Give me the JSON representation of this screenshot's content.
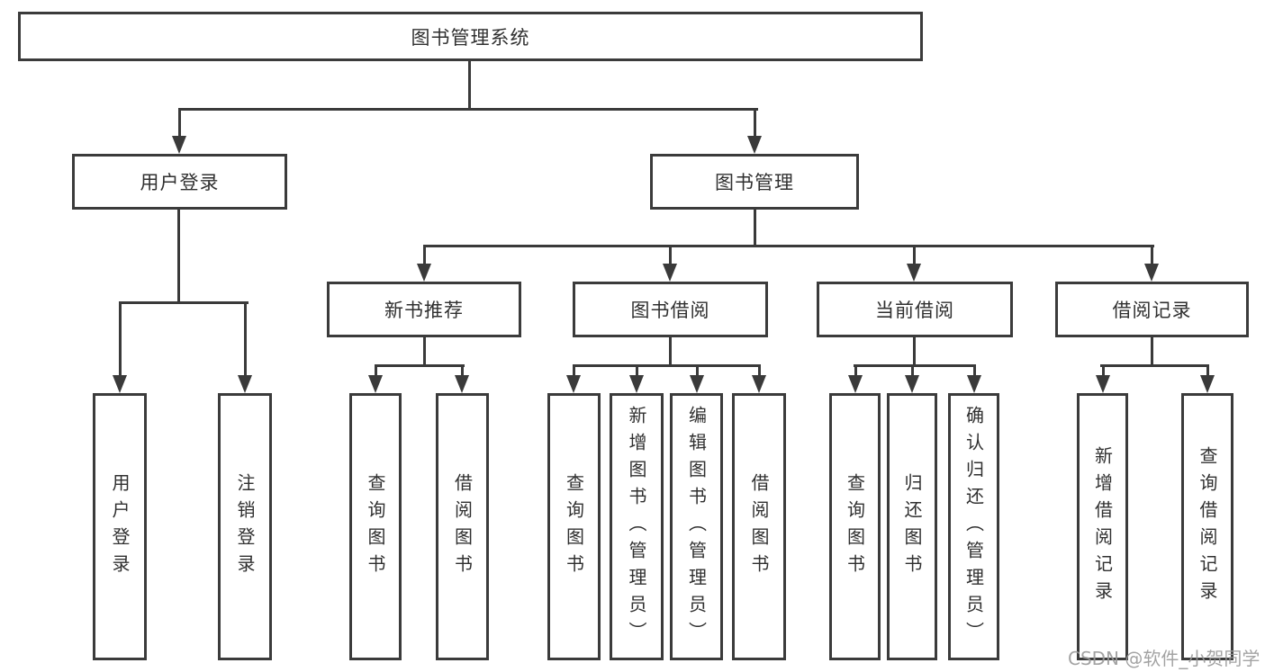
{
  "diagram": {
    "type": "hierarchy-tree",
    "tree": {
      "label": "图书管理系统",
      "children": [
        {
          "label": "用户登录",
          "children": [
            {
              "label": "用户登录"
            },
            {
              "label": "注销登录"
            }
          ]
        },
        {
          "label": "图书管理",
          "children": [
            {
              "label": "新书推荐",
              "children": [
                {
                  "label": "查询图书"
                },
                {
                  "label": "借阅图书"
                }
              ]
            },
            {
              "label": "图书借阅",
              "children": [
                {
                  "label": "查询图书"
                },
                {
                  "label": "新增图书（管理员）"
                },
                {
                  "label": "编辑图书（管理员）"
                },
                {
                  "label": "借阅图书"
                }
              ]
            },
            {
              "label": "当前借阅",
              "children": [
                {
                  "label": "查询图书"
                },
                {
                  "label": "归还图书"
                },
                {
                  "label": "确认归还（管理员）"
                }
              ]
            },
            {
              "label": "借阅记录",
              "children": [
                {
                  "label": "新增借阅记录"
                },
                {
                  "label": "查询借阅记录"
                }
              ]
            }
          ]
        }
      ]
    },
    "colors": {
      "line": "#3a3a3a",
      "box_border": "#3b3b3b",
      "box_fill": "#ffffff",
      "text": "#303030",
      "background": "#ffffff",
      "watermark": "#9a9a9a"
    }
  },
  "watermark": {
    "text": "CSDN @软件_小贺同学"
  }
}
